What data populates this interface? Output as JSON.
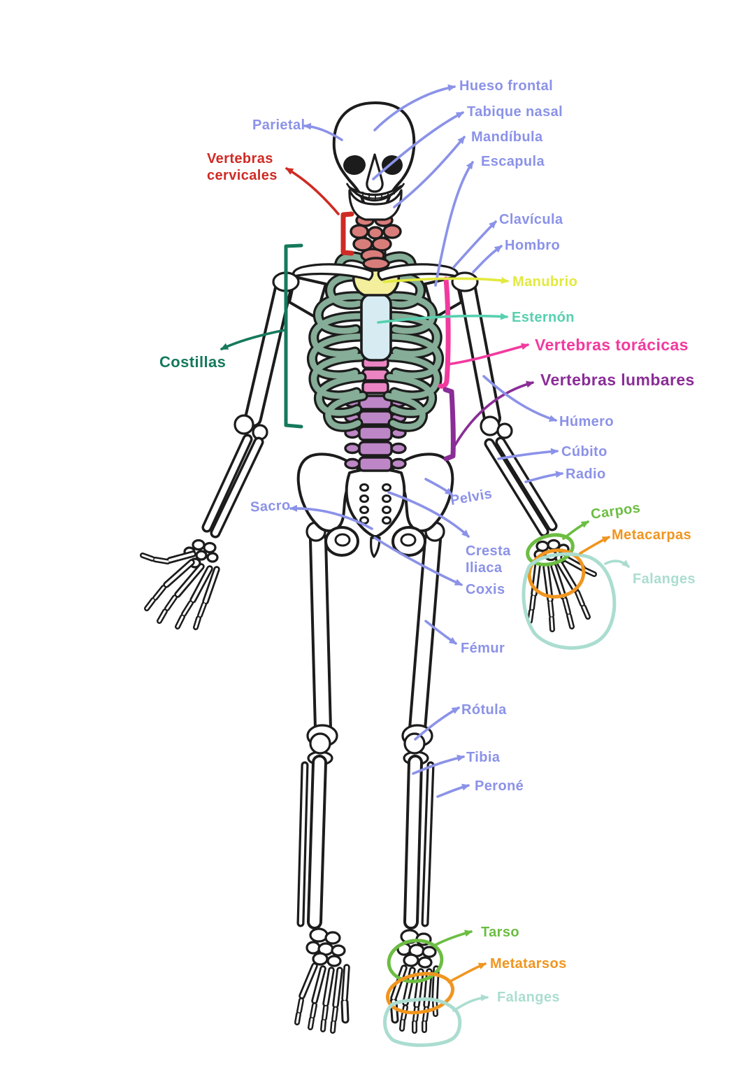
{
  "figure": {
    "kind": "hand-drawn anatomy study diagram",
    "language": "es",
    "subject": "Esqueleto humano - vista anterior"
  },
  "colors": {
    "background": "#ffffff",
    "bone_outline": "#1c1c1c",
    "bone_fill": "#ffffff",
    "ribs_fill": "#85ad97",
    "cervical_fill": "#d97d7b",
    "manubrium_fill": "#f3ef9c",
    "sternum_fill": "#d6ecf2",
    "thoracic_fill": "#ea84c2",
    "lumbar_fill": "#bd86c6",
    "label_blue": "#8b92e8",
    "label_red": "#cf2a24",
    "label_dark_green": "#15795c",
    "label_yellow": "#e2e93f",
    "label_teal": "#57d0af",
    "label_magenta": "#f23a9e",
    "label_purple": "#8a2d96",
    "label_green": "#6cbd42",
    "label_orange": "#f0951f",
    "label_mint": "#aaddd0"
  },
  "highlights": {
    "cervical_bracket": "label_red",
    "ribs_bracket": "label_dark_green",
    "thoracic_line": "label_magenta",
    "lumbar_line": "label_purple",
    "carpal_circle": "label_green",
    "metacarpal_circle": "label_orange",
    "hand_phalanges_outline": "label_mint",
    "tarsal_circle": "label_green",
    "metatarsal_circle": "label_orange",
    "foot_phalanges_outline": "label_mint"
  },
  "labels": {
    "hueso_frontal": {
      "text": "Hueso frontal",
      "color": "label_blue"
    },
    "tabique_nasal": {
      "text": "Tabique nasal",
      "color": "label_blue"
    },
    "mandibula": {
      "text": "Mandíbula",
      "color": "label_blue"
    },
    "escapula": {
      "text": "Escapula",
      "color": "label_blue"
    },
    "parietal": {
      "text": "Parietal",
      "color": "label_blue"
    },
    "vertebras_cervicales": {
      "text": "Vertebras\ncervicales",
      "color": "label_red"
    },
    "clavicula": {
      "text": "Clavícula",
      "color": "label_blue"
    },
    "hombro": {
      "text": "Hombro",
      "color": "label_blue"
    },
    "manubrio": {
      "text": "Manubrio",
      "color": "label_yellow"
    },
    "esternon": {
      "text": "Esternón",
      "color": "label_teal"
    },
    "vertebras_toracicas": {
      "text": "Vertebras torácicas",
      "color": "label_magenta"
    },
    "vertebras_lumbares": {
      "text": "Vertebras lumbares",
      "color": "label_purple"
    },
    "costillas": {
      "text": "Costillas",
      "color": "label_dark_green"
    },
    "humero": {
      "text": "Húmero",
      "color": "label_blue"
    },
    "cubito": {
      "text": "Cúbito",
      "color": "label_blue"
    },
    "radio": {
      "text": "Radio",
      "color": "label_blue"
    },
    "sacro": {
      "text": "Sacro",
      "color": "label_blue"
    },
    "pelvis": {
      "text": "Pelvis",
      "color": "label_blue"
    },
    "cresta_iliaca": {
      "text": "Cresta\nIliaca",
      "color": "label_blue"
    },
    "coxis": {
      "text": "Coxis",
      "color": "label_blue"
    },
    "femur": {
      "text": "Fémur",
      "color": "label_blue"
    },
    "carpos": {
      "text": "Carpos",
      "color": "label_green"
    },
    "metacarpas": {
      "text": "Metacarpas",
      "color": "label_orange"
    },
    "falanges_mano": {
      "text": "Falanges",
      "color": "label_mint"
    },
    "rotula": {
      "text": "Rótula",
      "color": "label_blue"
    },
    "tibia": {
      "text": "Tibia",
      "color": "label_blue"
    },
    "perone": {
      "text": "Peroné",
      "color": "label_blue"
    },
    "tarso": {
      "text": "Tarso",
      "color": "label_green"
    },
    "metatarsos": {
      "text": "Metatarsos",
      "color": "label_orange"
    },
    "falanges_pie": {
      "text": "Falanges",
      "color": "label_mint"
    }
  }
}
